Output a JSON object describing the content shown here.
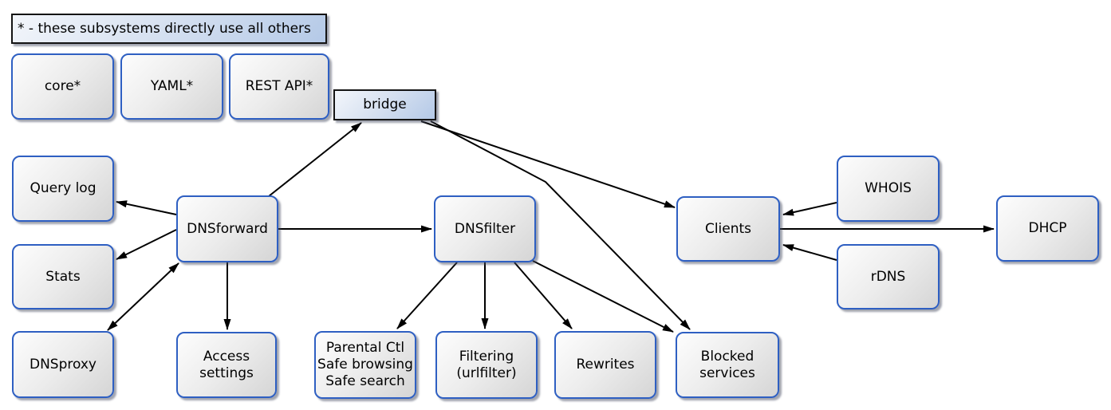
{
  "legend": {
    "text": "* - these subsystems directly use all others"
  },
  "nodes": [
    {
      "id": "core",
      "label": "core*"
    },
    {
      "id": "yaml",
      "label": "YAML*"
    },
    {
      "id": "rest-api",
      "label": "REST API*"
    },
    {
      "id": "bridge",
      "label": "bridge"
    },
    {
      "id": "query-log",
      "label": "Query log"
    },
    {
      "id": "stats",
      "label": "Stats"
    },
    {
      "id": "dnsproxy",
      "label": "DNSproxy"
    },
    {
      "id": "dnsforward",
      "label": "DNSforward"
    },
    {
      "id": "access-settings",
      "label": "Access\nsettings"
    },
    {
      "id": "dnsfilter",
      "label": "DNSfilter"
    },
    {
      "id": "parental",
      "label": "Parental Ctl\nSafe browsing\nSafe search"
    },
    {
      "id": "filtering",
      "label": "Filtering\n(urlfilter)"
    },
    {
      "id": "rewrites",
      "label": "Rewrites"
    },
    {
      "id": "blocked-services",
      "label": "Blocked\nservices"
    },
    {
      "id": "clients",
      "label": "Clients"
    },
    {
      "id": "whois",
      "label": "WHOIS"
    },
    {
      "id": "rdns",
      "label": "rDNS"
    },
    {
      "id": "dhcp",
      "label": "DHCP"
    }
  ],
  "edges": [
    {
      "from": "dnsforward",
      "to": "bridge",
      "arrow": "end"
    },
    {
      "from": "bridge",
      "to": "clients",
      "arrow": "end"
    },
    {
      "from": "bridge",
      "to": "blocked-services",
      "arrow": "end"
    },
    {
      "from": "dnsforward",
      "to": "query-log",
      "arrow": "end"
    },
    {
      "from": "dnsforward",
      "to": "stats",
      "arrow": "end"
    },
    {
      "from": "dnsforward",
      "to": "dnsproxy",
      "arrow": "both"
    },
    {
      "from": "dnsforward",
      "to": "access-settings",
      "arrow": "end"
    },
    {
      "from": "dnsforward",
      "to": "dnsfilter",
      "arrow": "end"
    },
    {
      "from": "dnsfilter",
      "to": "parental",
      "arrow": "end"
    },
    {
      "from": "dnsfilter",
      "to": "filtering",
      "arrow": "end"
    },
    {
      "from": "dnsfilter",
      "to": "rewrites",
      "arrow": "end"
    },
    {
      "from": "dnsfilter",
      "to": "blocked-services",
      "arrow": "end"
    },
    {
      "from": "whois",
      "to": "clients",
      "arrow": "end"
    },
    {
      "from": "rdns",
      "to": "clients",
      "arrow": "end"
    },
    {
      "from": "clients",
      "to": "dhcp",
      "arrow": "end"
    }
  ],
  "colors": {
    "node_border": "#2e5fc2",
    "panel_blue": "#b4c9e7",
    "edge": "#000000",
    "background": "#ffffff"
  }
}
